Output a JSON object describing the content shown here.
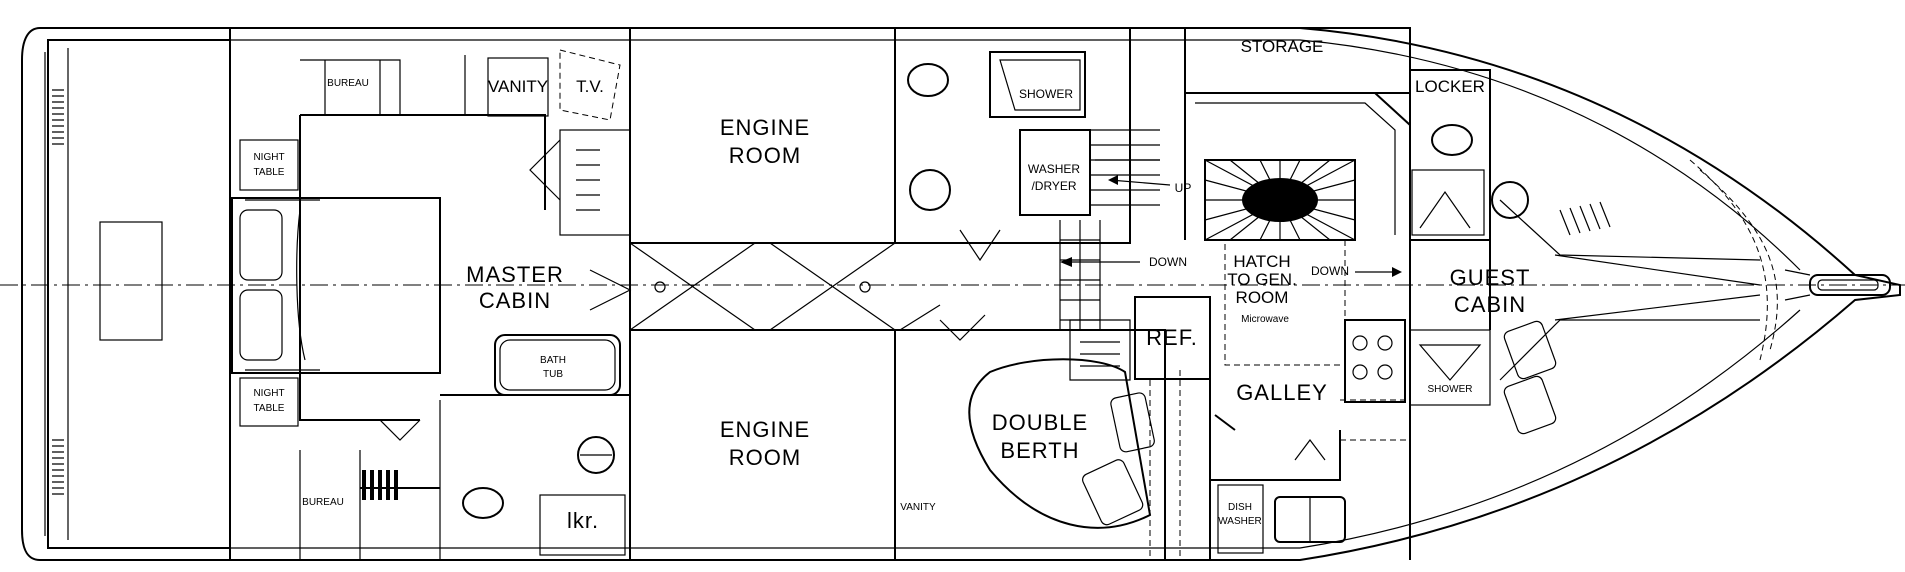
{
  "labels": {
    "engine_room_top": [
      "ENGINE",
      "ROOM"
    ],
    "engine_room_bottom": [
      "ENGINE",
      "ROOM"
    ],
    "master_cabin": [
      "MASTER",
      "CABIN"
    ],
    "guest_cabin": [
      "GUEST",
      "CABIN"
    ],
    "double_berth": [
      "DOUBLE",
      "BERTH"
    ],
    "hatch": [
      "HATCH",
      "TO GEN.",
      "ROOM"
    ],
    "microwave": "Microwave",
    "storage": "STORAGE",
    "shower_top": "SHOWER",
    "shower_guest": "SHOWER",
    "washer_dryer": [
      "WASHER",
      "/DRYER"
    ],
    "up": "UP",
    "down_left": "DOWN",
    "down_right": "DOWN",
    "ref": "REF.",
    "galley": "GALLEY",
    "locker": "LOCKER",
    "bureau_top": "BUREAU",
    "bureau_bottom": "BUREAU",
    "vanity_top": "VANITY",
    "vanity_bottom": "VANITY",
    "tv": "T.V.",
    "night_table_top": [
      "NIGHT",
      "TABLE"
    ],
    "night_table_bottom": [
      "NIGHT",
      "TABLE"
    ],
    "bath_tub": [
      "BATH",
      "TUB"
    ],
    "lkr": "lkr.",
    "dish_washer": [
      "DISH",
      "WASHER"
    ]
  }
}
